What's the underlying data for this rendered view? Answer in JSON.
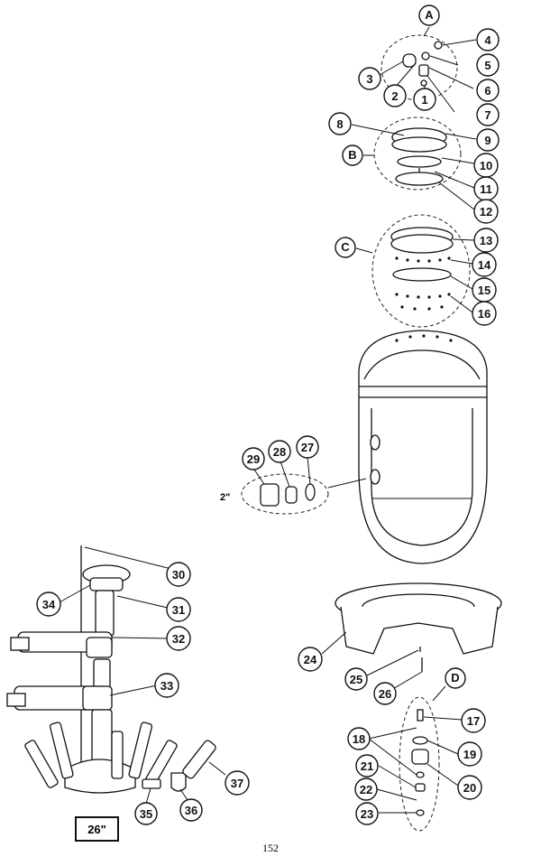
{
  "callouts": {
    "c1": "1",
    "c2": "2",
    "c3": "3",
    "c4": "4",
    "c5": "5",
    "c6": "6",
    "c7": "7",
    "c8": "8",
    "c9": "9",
    "c10": "10",
    "c11": "11",
    "c12": "12",
    "c13": "13",
    "c14": "14",
    "c15": "15",
    "c16": "16",
    "c17": "17",
    "c18": "18",
    "c19": "19",
    "c20": "20",
    "c21": "21",
    "c22": "22",
    "c23": "23",
    "c24": "24",
    "c25": "25",
    "c26": "26",
    "c27": "27",
    "c28": "28",
    "c29": "29",
    "c30": "30",
    "c31": "31",
    "c32": "32",
    "c33": "33",
    "c34": "34",
    "c35": "35",
    "c36": "36",
    "c37": "37"
  },
  "groups": {
    "a": "A",
    "b": "B",
    "c": "C",
    "d": "D"
  },
  "labels": {
    "size_small": "2\"",
    "size_box": "26\"",
    "page_number": "152"
  }
}
